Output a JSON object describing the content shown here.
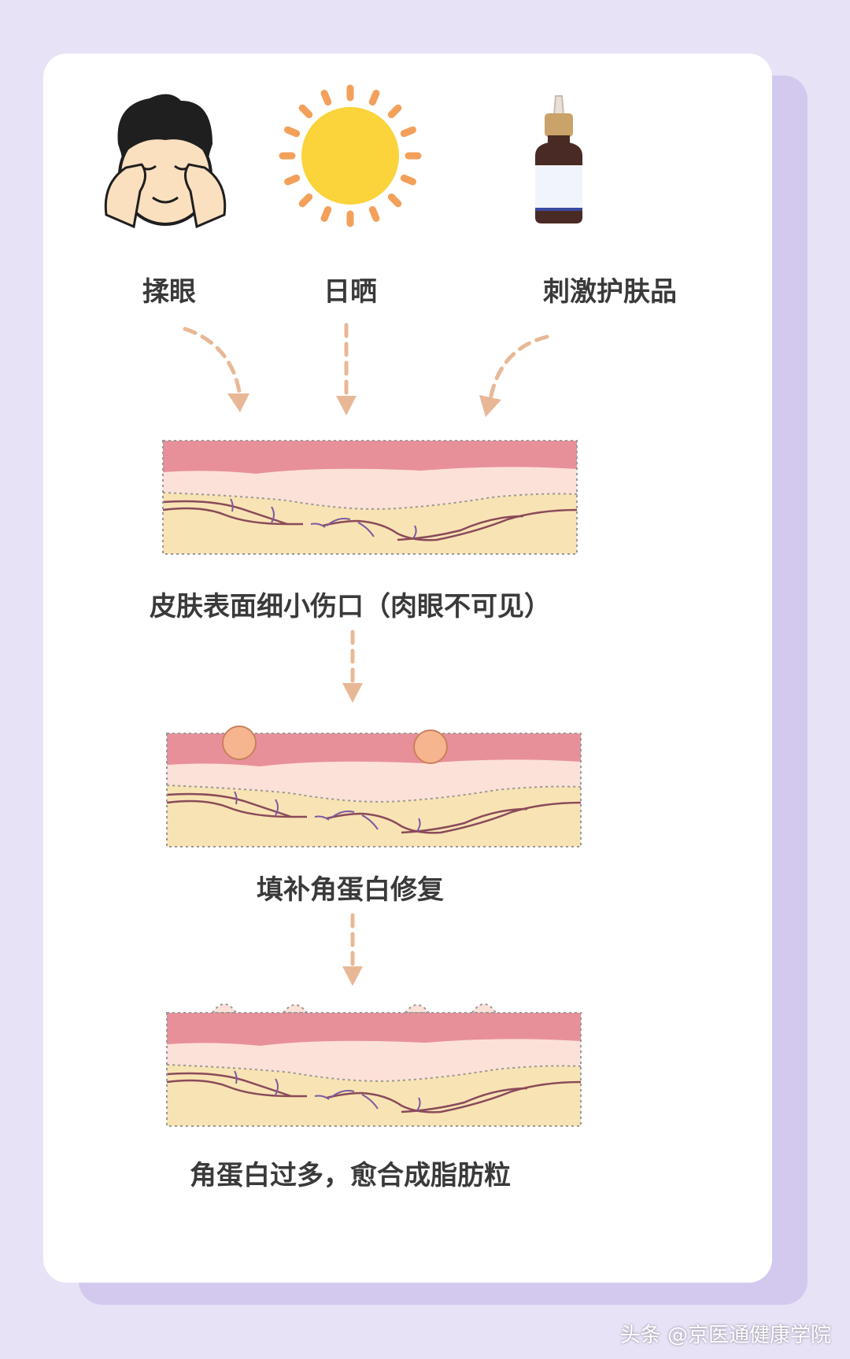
{
  "causes": [
    {
      "label": "揉眼",
      "icon": "face-rubbing-eyes-icon"
    },
    {
      "label": "日晒",
      "icon": "sun-icon"
    },
    {
      "label": "刺激护肤品",
      "icon": "skincare-bottle-icon"
    }
  ],
  "steps": [
    {
      "caption": "皮肤表面细小伤口（肉眼不可见）"
    },
    {
      "caption": "填补角蛋白修复"
    },
    {
      "caption": "角蛋白过多，愈合成脂肪粒"
    }
  ],
  "watermark": "头条 @京医通健康学院",
  "colors": {
    "background": "#e8e2f7",
    "card": "#ffffff",
    "arrow": "#e8b896",
    "epidermis": "#e89098",
    "dermis": "#fce1d8",
    "fat": "#f8e3b4",
    "vessel": "#8a4a5a",
    "keratin": "#f6b58e"
  }
}
